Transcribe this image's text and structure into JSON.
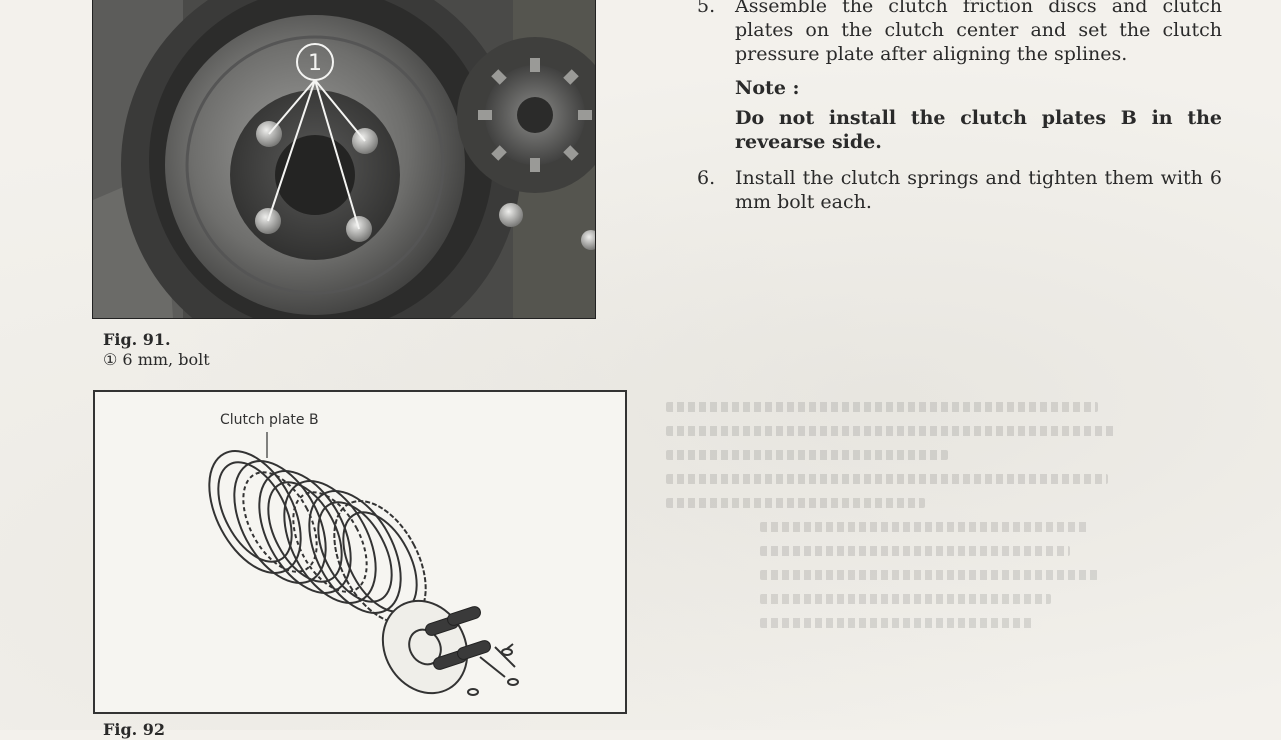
{
  "figures": {
    "fig91": {
      "label": "Fig. 91.",
      "caption": "① 6 mm, bolt",
      "callout": "1"
    },
    "fig92": {
      "label": "Fig. 92",
      "part_label": "Clutch plate B"
    }
  },
  "instructions": {
    "step5": {
      "number": "5.",
      "text": "Assemble the clutch friction discs and clutch plates on the clutch center and set the clutch pressure plate after aligning the splines."
    },
    "note": {
      "title": "Note :",
      "text": "Do not install the clutch plates B in the revearse side."
    },
    "step6": {
      "number": "6.",
      "text": "Install the clutch springs and tighten them with 6 mm bolt each."
    }
  }
}
